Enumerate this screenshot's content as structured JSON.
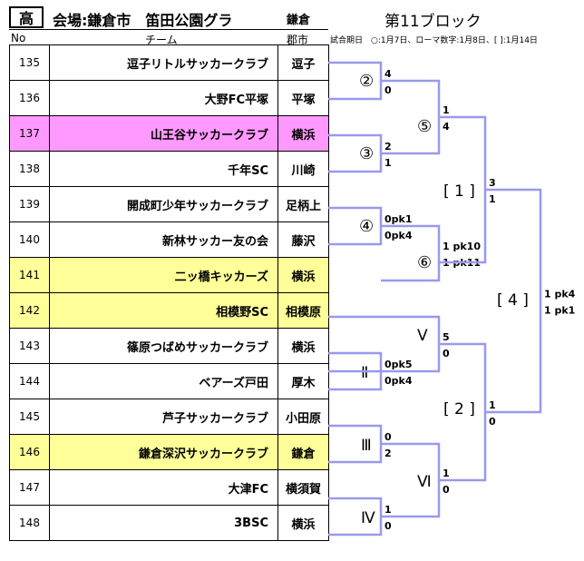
{
  "header": {
    "level": "高",
    "venue": "会場:鎌倉市　笛田公園グラ",
    "city": "鎌倉",
    "block": "第11ブロック",
    "col_no": "No",
    "col_team": "チーム",
    "col_region": "郡市",
    "note": "試合期日　○:1月7日、ローマ数字:1月8日、[ ]:1月14日"
  },
  "teams": [
    {
      "no": "135",
      "name": "逗子リトルサッカークラブ",
      "region": "逗子",
      "highlight": ""
    },
    {
      "no": "136",
      "name": "大野FC平塚",
      "region": "平塚",
      "highlight": ""
    },
    {
      "no": "137",
      "name": "山王谷サッカークラブ",
      "region": "横浜",
      "highlight": "#ff99ff"
    },
    {
      "no": "138",
      "name": "千年SC",
      "region": "川崎",
      "highlight": ""
    },
    {
      "no": "139",
      "name": "開成町少年サッカークラブ",
      "region": "足柄上",
      "highlight": ""
    },
    {
      "no": "140",
      "name": "新林サッカー友の会",
      "region": "藤沢",
      "highlight": ""
    },
    {
      "no": "141",
      "name": "二ッ橋キッカーズ",
      "region": "横浜",
      "highlight": "#ffff99"
    },
    {
      "no": "142",
      "name": "相模野SC",
      "region": "相模原",
      "highlight": "#ffff99"
    },
    {
      "no": "143",
      "name": "篠原つばめサッカークラブ",
      "region": "横浜",
      "highlight": ""
    },
    {
      "no": "144",
      "name": "ベアーズ戸田",
      "region": "厚木",
      "highlight": ""
    },
    {
      "no": "145",
      "name": "芦子サッカークラブ",
      "region": "小田原",
      "highlight": ""
    },
    {
      "no": "146",
      "name": "鎌倉深沢サッカークラブ",
      "region": "鎌倉",
      "highlight": "#ffff99"
    },
    {
      "no": "147",
      "name": "大津FC",
      "region": "横須賀",
      "highlight": ""
    },
    {
      "no": "148",
      "name": "3BSC",
      "region": "横浜",
      "highlight": ""
    }
  ],
  "bracket": {
    "line_color": "#9999ee",
    "matches": [
      {
        "id": "m2",
        "label": "②",
        "top_score": "4",
        "bottom_score": "0"
      },
      {
        "id": "m3",
        "label": "③",
        "top_score": "2",
        "bottom_score": "1"
      },
      {
        "id": "m4",
        "label": "④",
        "top_score": "0pk1",
        "bottom_score": "0pk4"
      },
      {
        "id": "m5",
        "label": "⑤",
        "top_score": "1",
        "bottom_score": "4"
      },
      {
        "id": "m6",
        "label": "⑥",
        "top_score": "1 pk10",
        "bottom_score": "1 pk11"
      },
      {
        "id": "mb1",
        "label": "[ 1 ]",
        "top_score": "3",
        "bottom_score": "1"
      },
      {
        "id": "mII",
        "label": "Ⅱ",
        "top_score": "0pk5",
        "bottom_score": "0pk4"
      },
      {
        "id": "mIII",
        "label": "Ⅲ",
        "top_score": "0",
        "bottom_score": "2"
      },
      {
        "id": "mIV",
        "label": "Ⅳ",
        "top_score": "1",
        "bottom_score": "0"
      },
      {
        "id": "mV",
        "label": "Ⅴ",
        "top_score": "5",
        "bottom_score": "0"
      },
      {
        "id": "mVI",
        "label": "Ⅵ",
        "top_score": "1",
        "bottom_score": "0"
      },
      {
        "id": "mb2",
        "label": "[ 2 ]",
        "top_score": "1",
        "bottom_score": "0"
      },
      {
        "id": "mb4",
        "label": "[ 4 ]",
        "top_score": "1 pk4",
        "bottom_score": "1 pk1"
      }
    ]
  }
}
